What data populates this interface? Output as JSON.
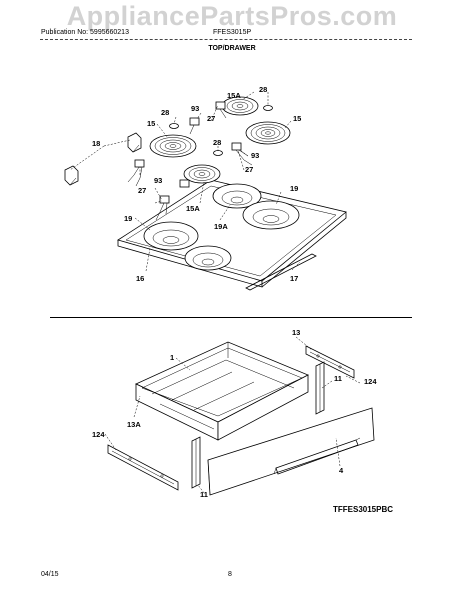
{
  "watermark": "AppliancePartsPros.com",
  "header": {
    "publication": "Publication No: 5995660213",
    "model": "FFES3015P"
  },
  "section_title": "TOP/DRAWER",
  "drawing_code": "TFFES3015PBC",
  "footer": {
    "date": "04/15",
    "page": "8"
  },
  "callouts": {
    "top": [
      "28",
      "15A",
      "93",
      "27",
      "28",
      "15",
      "15",
      "28",
      "18",
      "93",
      "27",
      "93",
      "27",
      "19",
      "19",
      "15A",
      "19A",
      "16",
      "17"
    ],
    "drawer": [
      "13",
      "1",
      "11",
      "124",
      "13A",
      "124",
      "11",
      "4"
    ]
  }
}
